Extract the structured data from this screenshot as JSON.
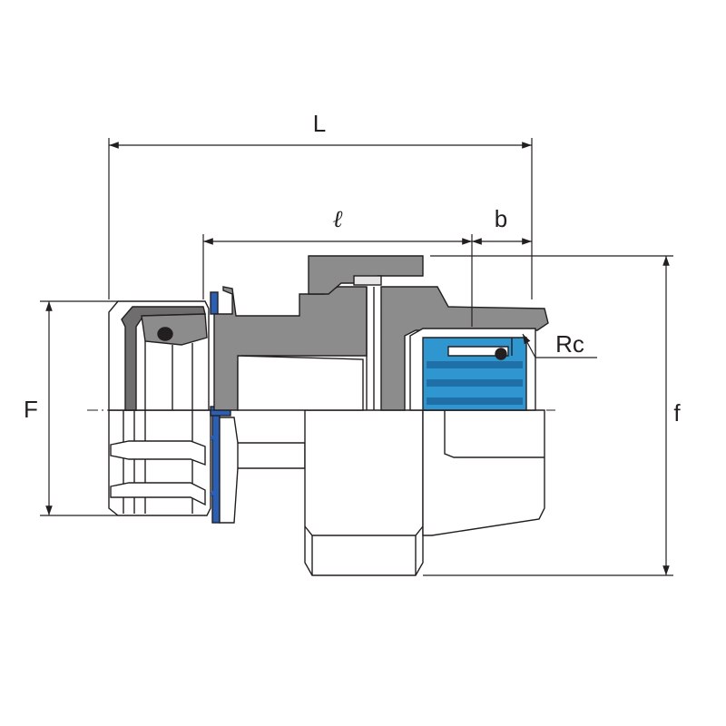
{
  "labels": {
    "overall_length": "L",
    "insertion_length": "ℓ",
    "thread_length": "b",
    "thread_type": "Rc",
    "pipe_side_diameter": "F",
    "nut_diameter": "f"
  },
  "colors": {
    "line": "#231f20",
    "body_fill": "#8c8c8c",
    "body_dark": "#6e6e6e",
    "seal_blue": "#2f96d0",
    "seal_blue_dark": "#1f6fa8",
    "blue_ring": "#2b5fb3",
    "metal_light": "#e6e6e6"
  }
}
